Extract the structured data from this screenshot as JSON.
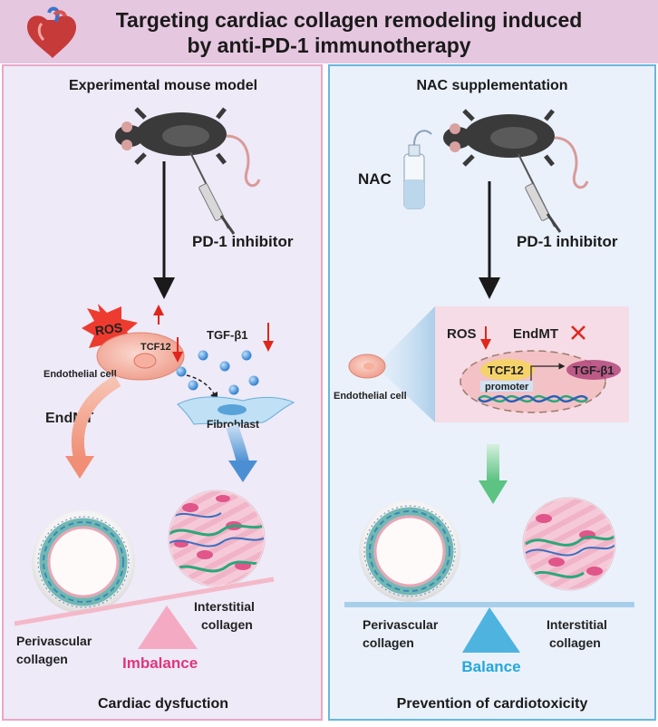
{
  "title": {
    "line1": "Targeting cardiac collagen remodeling induced",
    "line2": "by anti-PD-1 immunotherapy"
  },
  "left_panel": {
    "heading": "Experimental mouse model",
    "injection_label": "PD-1 inhibitor",
    "ros_label": "ROS",
    "tcf12_label": "TCF12",
    "tgf_label": "TGF-β1",
    "endothelial_label": "Endothelial cell",
    "fibroblast_label": "Fibroblast",
    "endmt_label": "EndMT",
    "perivascular_label_1": "Perivascular",
    "perivascular_label_2": "collagen",
    "interstitial_label_1": "Interstitial",
    "interstitial_label_2": "collagen",
    "state_label": "Imbalance",
    "footer": "Cardiac dysfuction"
  },
  "right_panel": {
    "heading": "NAC supplementation",
    "nac_label": "NAC",
    "injection_label": "PD-1 inhibitor",
    "ros_label": "ROS",
    "endmt_label": "EndMT",
    "tcf12_label": "TCF12",
    "promoter_label": "promoter",
    "tgf_label": "TGF-β1",
    "endothelial_label": "Endothelial cell",
    "perivascular_label_1": "Perivascular",
    "perivascular_label_2": "collagen",
    "interstitial_label_1": "Interstitial",
    "interstitial_label_2": "collagen",
    "state_label": "Balance",
    "footer": "Prevention of cardiotoxicity"
  },
  "colors": {
    "title_bg": "#e6c7e0",
    "left_bg": "#eeeaf7",
    "left_border": "#e9a7c7",
    "right_bg": "#eaf1fb",
    "right_border": "#68b7dd",
    "imbalance": "#e2357d",
    "balance": "#23a8dc",
    "arrow_red": "#e0261c"
  },
  "icons": [
    "heart-icon",
    "mouse-icon",
    "syringe-icon",
    "bottle-icon",
    "dna-icon",
    "cross-icon"
  ]
}
